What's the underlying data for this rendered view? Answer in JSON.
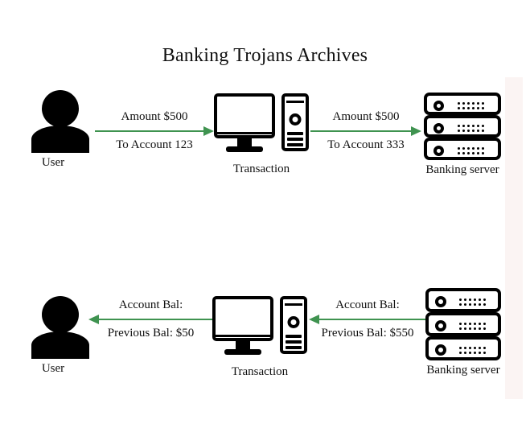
{
  "title": "Banking Trojans Archives",
  "colors": {
    "arrow_green": "#3f9350",
    "icon_black": "#000000",
    "background": "#ffffff",
    "right_band": "#fbf4f3"
  },
  "nodes": {
    "user_top": {
      "label": "User",
      "icon": "user-icon"
    },
    "transaction_top": {
      "label": "Transaction",
      "icon": "desktop-computer-icon"
    },
    "server_top": {
      "label": "Banking server",
      "icon": "server-rack-icon"
    },
    "user_bottom": {
      "label": "User",
      "icon": "user-icon"
    },
    "transaction_bottom": {
      "label": "Transaction",
      "icon": "desktop-computer-icon"
    },
    "server_bottom": {
      "label": "Banking server",
      "icon": "server-rack-icon"
    }
  },
  "flows": [
    {
      "id": "user-to-transaction",
      "direction": "right",
      "line1": "Amount $500",
      "line2": "To Account 123"
    },
    {
      "id": "transaction-to-server",
      "direction": "right",
      "line1": "Amount $500",
      "line2": "To Account 333"
    },
    {
      "id": "transaction-to-user",
      "direction": "left",
      "line1": "Account Bal:",
      "line2": "Previous Bal: $50"
    },
    {
      "id": "server-to-transaction",
      "direction": "left",
      "line1": "Account Bal:",
      "line2": "Previous Bal: $550"
    }
  ]
}
